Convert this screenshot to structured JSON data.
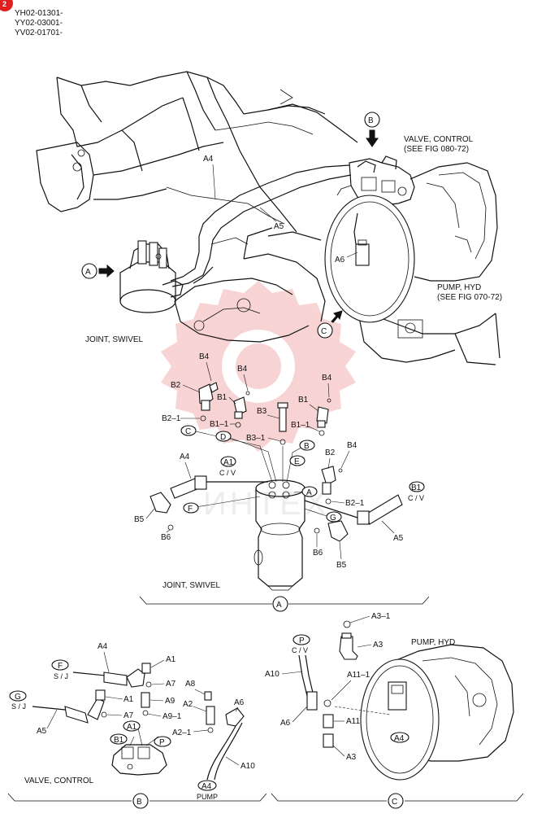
{
  "serials": [
    "YH02-01301-",
    "YY02-03001-",
    "YV02-01701-"
  ],
  "badge": "2",
  "colors": {
    "ink": "#111111",
    "badge": "#e02020",
    "watermark": "#f0a0a0"
  },
  "watermark_text": "ИНТЕХ",
  "top_view": {
    "callout_A": "A",
    "callout_B": "B",
    "callout_C": "C",
    "valve_label_1": "VALVE, CONTROL",
    "valve_label_2": "(SEE FIG 080-72)",
    "pump_label_1": "PUMP, HYD",
    "pump_label_2": "(SEE FIG 070-72)",
    "joint_label": "JOINT, SWIVEL",
    "a4": "A4",
    "a5": "A5",
    "a6": "A6"
  },
  "detail_A": {
    "b4_1": "B4",
    "b4_2": "B4",
    "b4_3": "B4",
    "b4_4": "B4",
    "b2_1": "B2",
    "b2_2": "B2",
    "b1_1": "B1",
    "b1_2": "B1",
    "b3": "B3",
    "b3_1": "B3–1",
    "b2_1ring": "B2–1",
    "b2_1ring_b": "B2–1",
    "b1_1ring": "B1–1",
    "b1_1ring_b": "B1–1",
    "port_C": "C",
    "port_D": "D",
    "port_B": "B",
    "port_E": "E",
    "port_A": "A",
    "port_F": "F",
    "port_G": "G",
    "a4": "A4",
    "a1": "A1",
    "a1_sub": "C / V",
    "b1_tag": "B1",
    "b1_sub": "C / V",
    "b5_1": "B5",
    "b5_2": "B5",
    "b6_1": "B6",
    "b6_2": "B6",
    "a5": "A5",
    "joint_label": "JOINT, SWIVEL",
    "section": "A"
  },
  "detail_B": {
    "a4": "A4",
    "a1_top": "A1",
    "a7_1": "A7",
    "a8": "A8",
    "f_tag": "F",
    "f_sub": "S / J",
    "g_tag": "G",
    "g_sub": "S / J",
    "a1_mid": "A1",
    "a9": "A9",
    "a2": "A2",
    "a6": "A6",
    "a7_2": "A7",
    "a9_1": "A9–1",
    "a5": "A5",
    "a2_1": "A2–1",
    "a1_port": "A1",
    "b1_port": "B1",
    "p_port": "P",
    "a10": "A10",
    "a4_tag": "A4",
    "pump_sub": "PUMP",
    "valve_label": "VALVE, CONTROL",
    "section": "B"
  },
  "detail_C": {
    "a3_1": "A3–1",
    "p_tag": "P",
    "p_sub": "C / V",
    "a3_top": "A3",
    "pump_label": "PUMP, HYD",
    "a10": "A10",
    "a11_1": "A11–1",
    "a6": "A6",
    "a11": "A11",
    "a4_tag": "A4",
    "a3_bot": "A3",
    "section": "C"
  }
}
